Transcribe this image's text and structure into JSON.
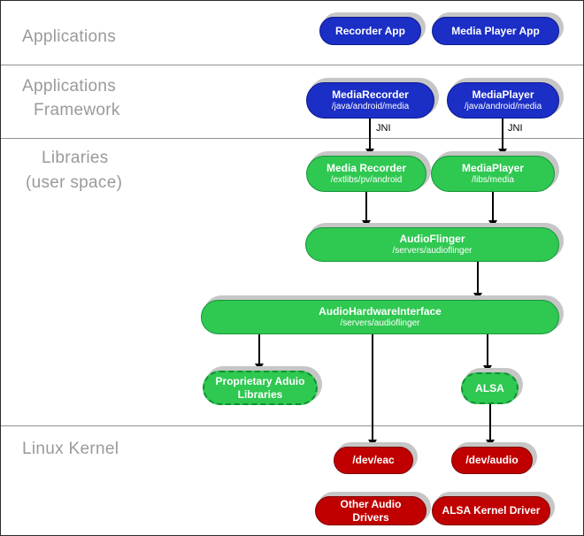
{
  "layers": {
    "applications": "Applications",
    "framework_line1": "Applications",
    "framework_line2": "Framework",
    "libraries_line1": "Libraries",
    "libraries_line2": "(user space)",
    "linux_kernel": "Linux Kernel"
  },
  "annotations": {
    "jni": "JNI"
  },
  "nodes": {
    "recorder_app": {
      "label": "Recorder App"
    },
    "media_player_app": {
      "label": "Media Player App"
    },
    "media_recorder_framework": {
      "label": "MediaRecorder",
      "sub": "/java/android/media"
    },
    "media_player_framework": {
      "label": "MediaPlayer",
      "sub": "/java/android/media"
    },
    "media_recorder_lib": {
      "label": "Media Recorder",
      "sub": "/extlibs/pv/android"
    },
    "media_player_lib": {
      "label": "MediaPlayer",
      "sub": "/libs/media"
    },
    "audio_flinger": {
      "label": "AudioFlinger",
      "sub": "/servers/audioflinger"
    },
    "audio_hardware_interface": {
      "label": "AudioHardwareInterface",
      "sub": "/servers/audioflinger"
    },
    "proprietary_audio_libraries": {
      "label": "Proprietary Aduio Libraries"
    },
    "alsa": {
      "label": "ALSA"
    },
    "dev_eac": {
      "label": "/dev/eac"
    },
    "dev_audio": {
      "label": "/dev/audio"
    },
    "other_audio_drivers": {
      "label": "Other Audio Drivers"
    },
    "alsa_kernel_driver": {
      "label": "ALSA Kernel Driver"
    }
  },
  "colors": {
    "app_blue": "#1b2ec6",
    "lib_green": "#2fc851",
    "kernel_red": "#c00000",
    "shadow_gray": "#c6c6c6",
    "label_gray": "#9a9a9a",
    "line_gray": "#8f8f8f",
    "arrow_black": "#000000"
  }
}
